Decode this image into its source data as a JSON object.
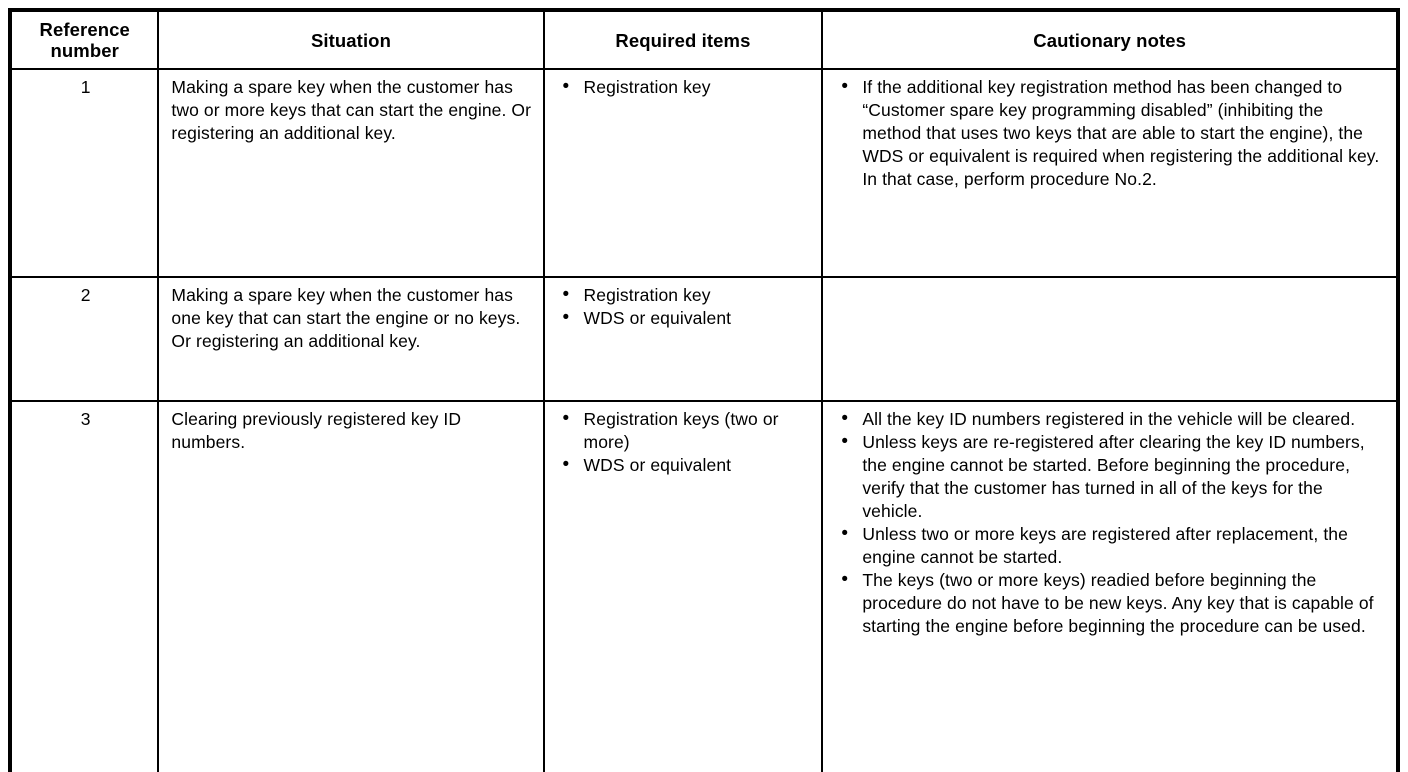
{
  "table": {
    "headers": {
      "reference": "Reference number",
      "situation": "Situation",
      "required": "Required items",
      "cautions": "Cautionary notes"
    },
    "rows": [
      {
        "ref": "1",
        "situation": "Making a spare key when the customer has two or more keys that can start the engine. Or registering an additional key.",
        "required": [
          "Registration key"
        ],
        "cautions": [
          "If the additional key registration method has been changed to “Customer spare key programming disabled” (inhibiting the method that uses two keys that are able to start the engine), the WDS or equivalent is required when registering the additional key. In that case, perform procedure No.2."
        ]
      },
      {
        "ref": "2",
        "situation": "Making a spare key when the customer has one key that can start the engine or no keys. Or registering an additional key.",
        "required": [
          "Registration key",
          "WDS or equivalent"
        ],
        "cautions": []
      },
      {
        "ref": "3",
        "situation": "Clearing previously registered key ID numbers.",
        "required": [
          "Registration keys (two or more)",
          "WDS or equivalent"
        ],
        "cautions": [
          "All the key ID numbers registered in the vehicle will be cleared.",
          "Unless keys are re-registered after clearing the key ID numbers, the engine cannot be started. Before beginning the procedure, verify that the customer has turned in all of the keys for the vehicle.",
          "Unless two or more keys are registered after replacement, the engine cannot be started.",
          "The keys (two or more keys) readied before beginning the procedure do not have to be new keys. Any key that is capable of starting the engine before beginning the procedure can be used."
        ]
      }
    ]
  }
}
